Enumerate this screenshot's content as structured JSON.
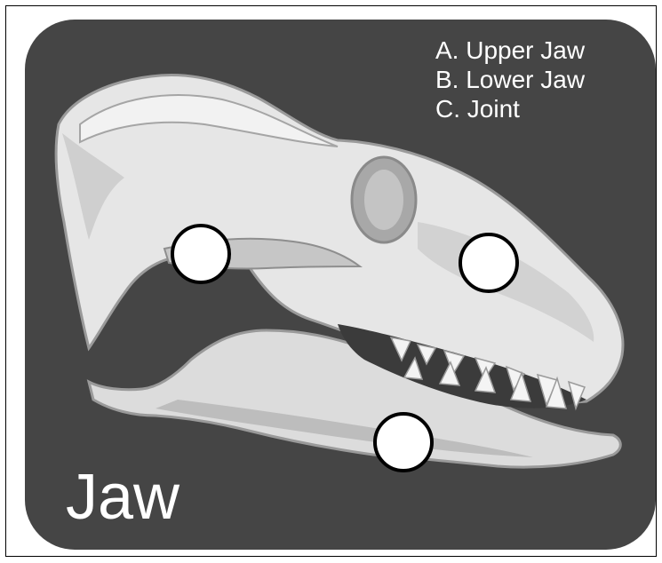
{
  "diagram": {
    "title": "Jaw",
    "legend": [
      "A. Upper Jaw",
      "B. Lower Jaw",
      "C. Joint"
    ],
    "illustration": "canine-skull-illustration",
    "colors": {
      "background": "#454545",
      "bone_light": "#ebebeb",
      "bone_mid": "#c9c9c9",
      "bone_dark": "#8e8e8e",
      "text": "#ffffff",
      "marker_fill": "#ffffff",
      "marker_border": "#000000"
    }
  }
}
